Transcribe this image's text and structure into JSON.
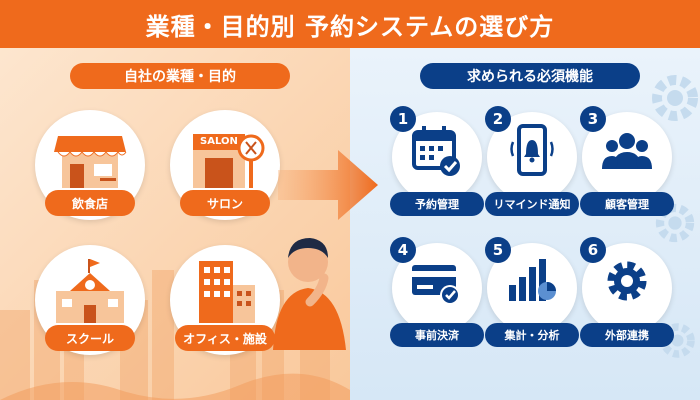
{
  "banner": {
    "title": "業種・目的別 予約システムの選び方"
  },
  "left": {
    "heading": "自社の業種・目的",
    "categories": [
      {
        "label": "飲食店",
        "icon": "restaurant-icon"
      },
      {
        "label": "サロン",
        "icon": "salon-icon",
        "sign": "SALON"
      },
      {
        "label": "スクール",
        "icon": "school-icon"
      },
      {
        "label": "オフィス・施設",
        "icon": "office-icon"
      }
    ]
  },
  "right": {
    "heading": "求められる必須機能",
    "features": [
      {
        "num": "1",
        "label": "予約管理",
        "icon": "calendar-check-icon"
      },
      {
        "num": "2",
        "label": "リマインド通知",
        "icon": "phone-bell-icon"
      },
      {
        "num": "3",
        "label": "顧客管理",
        "icon": "people-icon"
      },
      {
        "num": "4",
        "label": "事前決済",
        "icon": "credit-card-icon"
      },
      {
        "num": "5",
        "label": "集計・分析",
        "icon": "bar-chart-icon"
      },
      {
        "num": "6",
        "label": "外部連携",
        "icon": "gear-icon"
      }
    ]
  },
  "colors": {
    "orange": "#ef6a1c",
    "navy": "#0b3f88",
    "left_bg": "#fde6cf",
    "right_bg": "#eaf3fb"
  }
}
